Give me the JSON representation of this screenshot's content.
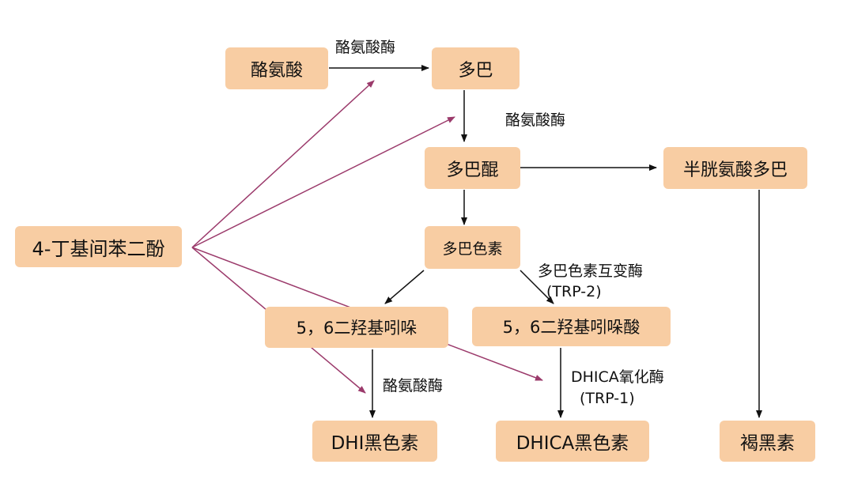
{
  "nodes": {
    "tyrosine": "酪氨酸",
    "dopa": "多巴",
    "dopaquinone": "多巴醌",
    "cysteinyldopa": "半胱氨酸多巴",
    "butylresorcinol": "4-丁基间苯二酚",
    "dopachrome": "多巴色素",
    "dhi": "5，6二羟基吲哚",
    "dhica": "5，6二羟基吲哚酸",
    "dhi_melanin": "DHI黑色素",
    "dhica_melanin": "DHICA黑色素",
    "pheomelanin": "褐黑素"
  },
  "labels": {
    "tyrosinase_1": "酪氨酸酶",
    "tyrosinase_2": "酪氨酸酶",
    "tautomerase_line1": "多巴色素互变酶",
    "tautomerase_line2": "(TRP-2)",
    "tyrosinase_3": "酪氨酸酶",
    "dhica_oxidase_line1": "DHICA氧化酶",
    "dhica_oxidase_line2": "(TRP-1)"
  },
  "colors": {
    "node_fill": "#f8cda3",
    "arrow_black": "#111111",
    "inhibition_arrow": "#9b3a6b"
  }
}
